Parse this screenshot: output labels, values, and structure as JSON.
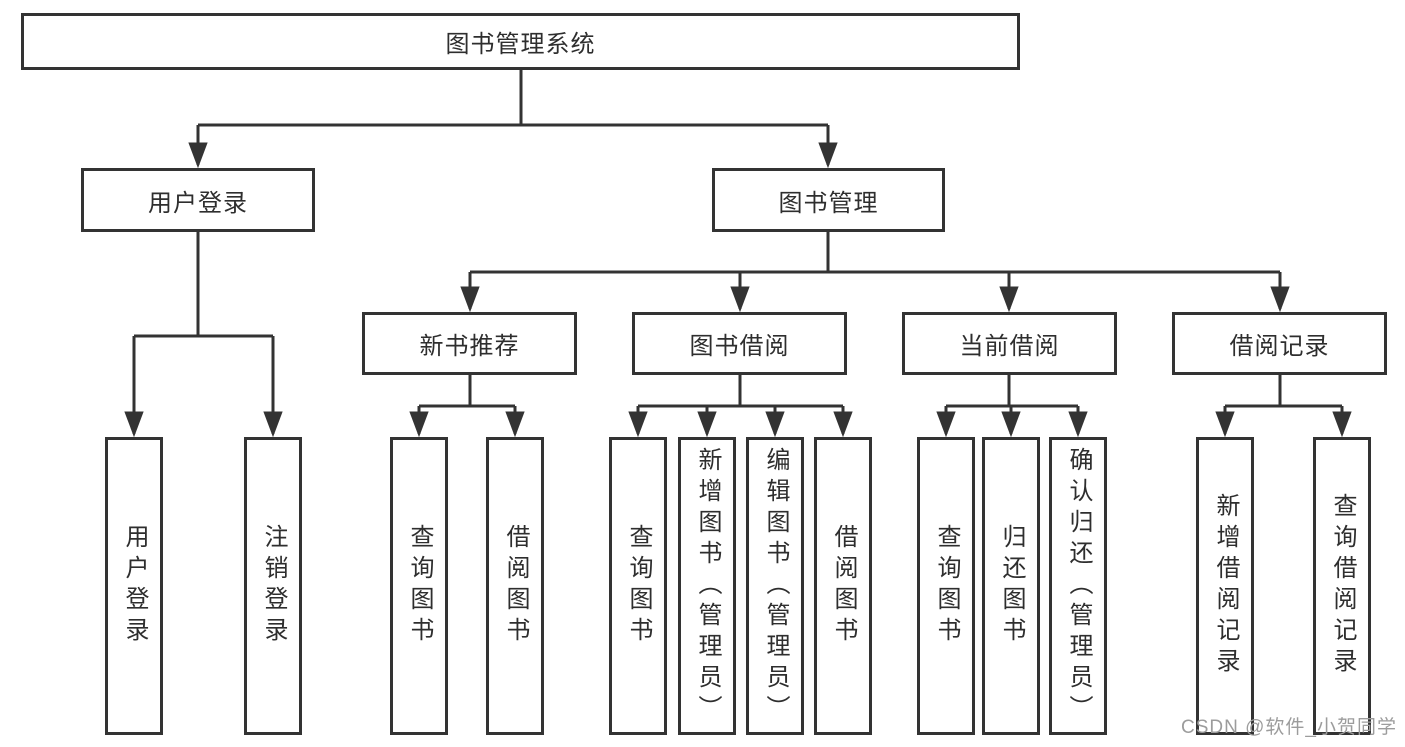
{
  "diagram": {
    "root": {
      "label": "图书管理系统"
    },
    "level2": [
      {
        "label": "用户登录"
      },
      {
        "label": "图书管理"
      }
    ],
    "level3": [
      {
        "label": "新书推荐"
      },
      {
        "label": "图书借阅"
      },
      {
        "label": "当前借阅"
      },
      {
        "label": "借阅记录"
      }
    ],
    "leaves": {
      "login": [
        {
          "label": "用户登录"
        },
        {
          "label": "注销登录"
        }
      ],
      "newbook": [
        {
          "label": "查询图书"
        },
        {
          "label": "借阅图书"
        }
      ],
      "borrow": [
        {
          "label": "查询图书"
        },
        {
          "label": "新增图书（管理员）"
        },
        {
          "label": "编辑图书（管理员）"
        },
        {
          "label": "借阅图书"
        }
      ],
      "current": [
        {
          "label": "查询图书"
        },
        {
          "label": "归还图书"
        },
        {
          "label": "确认归还（管理员）"
        }
      ],
      "records": [
        {
          "label": "新增借阅记录"
        },
        {
          "label": "查询借阅记录"
        }
      ]
    },
    "colors": {
      "line": "#333333",
      "text": "#2e2e2e",
      "background": "#ffffff",
      "watermark": "#9c9c9c"
    },
    "watermark": "CSDN @软件_小贺同学"
  }
}
